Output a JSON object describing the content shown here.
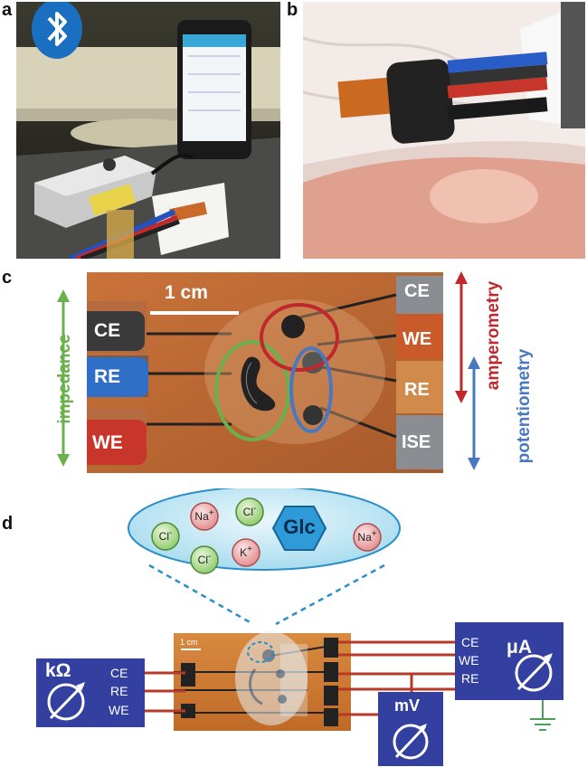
{
  "panels": {
    "a": {
      "label": "a"
    },
    "b": {
      "label": "b"
    },
    "c": {
      "label": "c",
      "scale": "1 cm",
      "left_connectors": [
        "CE",
        "RE",
        "WE"
      ],
      "right_connectors": [
        "CE",
        "WE",
        "RE",
        "ISE"
      ],
      "impedance": "impedance",
      "amperometry": "amperometry",
      "potentiometry": "potentiometry"
    },
    "d": {
      "label": "d",
      "analyte_glc": "Glc",
      "ions": {
        "cl": "Cl",
        "na": "Na",
        "k": "K",
        "minus": "-",
        "plus": "+"
      },
      "chip_scale": "1 cm",
      "kohm": "kΩ",
      "kohm_electrodes": [
        "CE",
        "RE",
        "WE"
      ],
      "uA": "μA",
      "uA_electrodes": [
        "CE",
        "WE",
        "RE"
      ],
      "mV": "mV"
    }
  },
  "colors": {
    "impedance": "#6ab04c",
    "amperometry": "#c0282d",
    "potentiometry": "#4a78c0",
    "meter_box": "#3340a0",
    "chip": "#c9793a",
    "wire": "#b53a2a"
  }
}
